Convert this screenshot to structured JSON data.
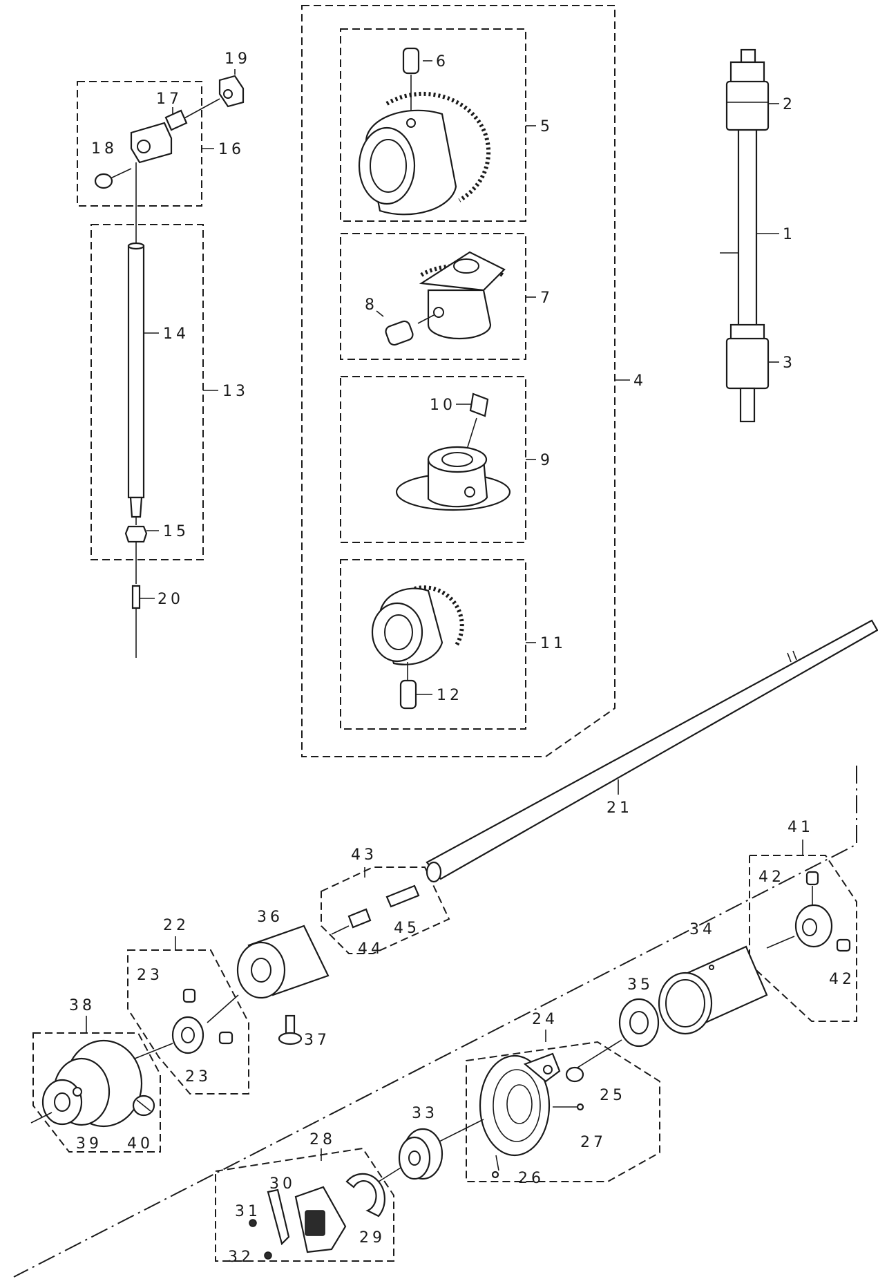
{
  "callouts": {
    "c1": "1",
    "c2": "2",
    "c3": "3",
    "c4": "4",
    "c5": "5",
    "c6": "6",
    "c7": "7",
    "c8": "8",
    "c9": "9",
    "c10": "10",
    "c11": "11",
    "c12": "12",
    "c13": "13",
    "c14": "14",
    "c15": "15",
    "c16": "16",
    "c17": "17",
    "c18": "18",
    "c19": "19",
    "c20": "20",
    "c21": "21",
    "c22": "22",
    "c23a": "23",
    "c23b": "23",
    "c24": "24",
    "c25": "25",
    "c26": "26",
    "c27": "27",
    "c28": "28",
    "c29": "29",
    "c30": "30",
    "c31": "31",
    "c32": "32",
    "c33": "33",
    "c34": "34",
    "c35": "35",
    "c36": "36",
    "c37": "37",
    "c38": "38",
    "c39": "39",
    "c40": "40",
    "c41": "41",
    "c42a": "42",
    "c42b": "42",
    "c43": "43",
    "c44": "44",
    "c45": "45"
  }
}
